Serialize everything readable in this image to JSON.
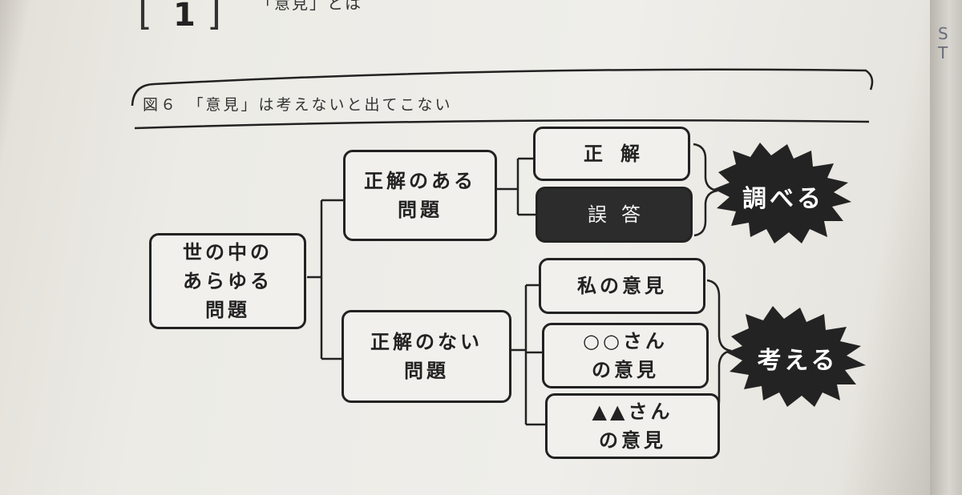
{
  "page": {
    "chapter_number": "1",
    "header_text": "「意見」とは",
    "spine_text": "ST"
  },
  "figure": {
    "caption": "図６　「意見」は考えないと出てこない",
    "root": "世の中の\nあらゆる\n問題",
    "branches": [
      {
        "label": "正解のある\n問題",
        "leaves": [
          "正解",
          "誤答"
        ],
        "action": "調べる"
      },
      {
        "label": "正解のない\n問題",
        "leaves": [
          "私の意見",
          "○○さん\nの意見",
          "▲▲さん\nの意見"
        ],
        "action": "考える"
      }
    ]
  },
  "colors": {
    "ink": "#222222",
    "paper": "#efeeea",
    "dark_box": "#2c2c2c"
  }
}
